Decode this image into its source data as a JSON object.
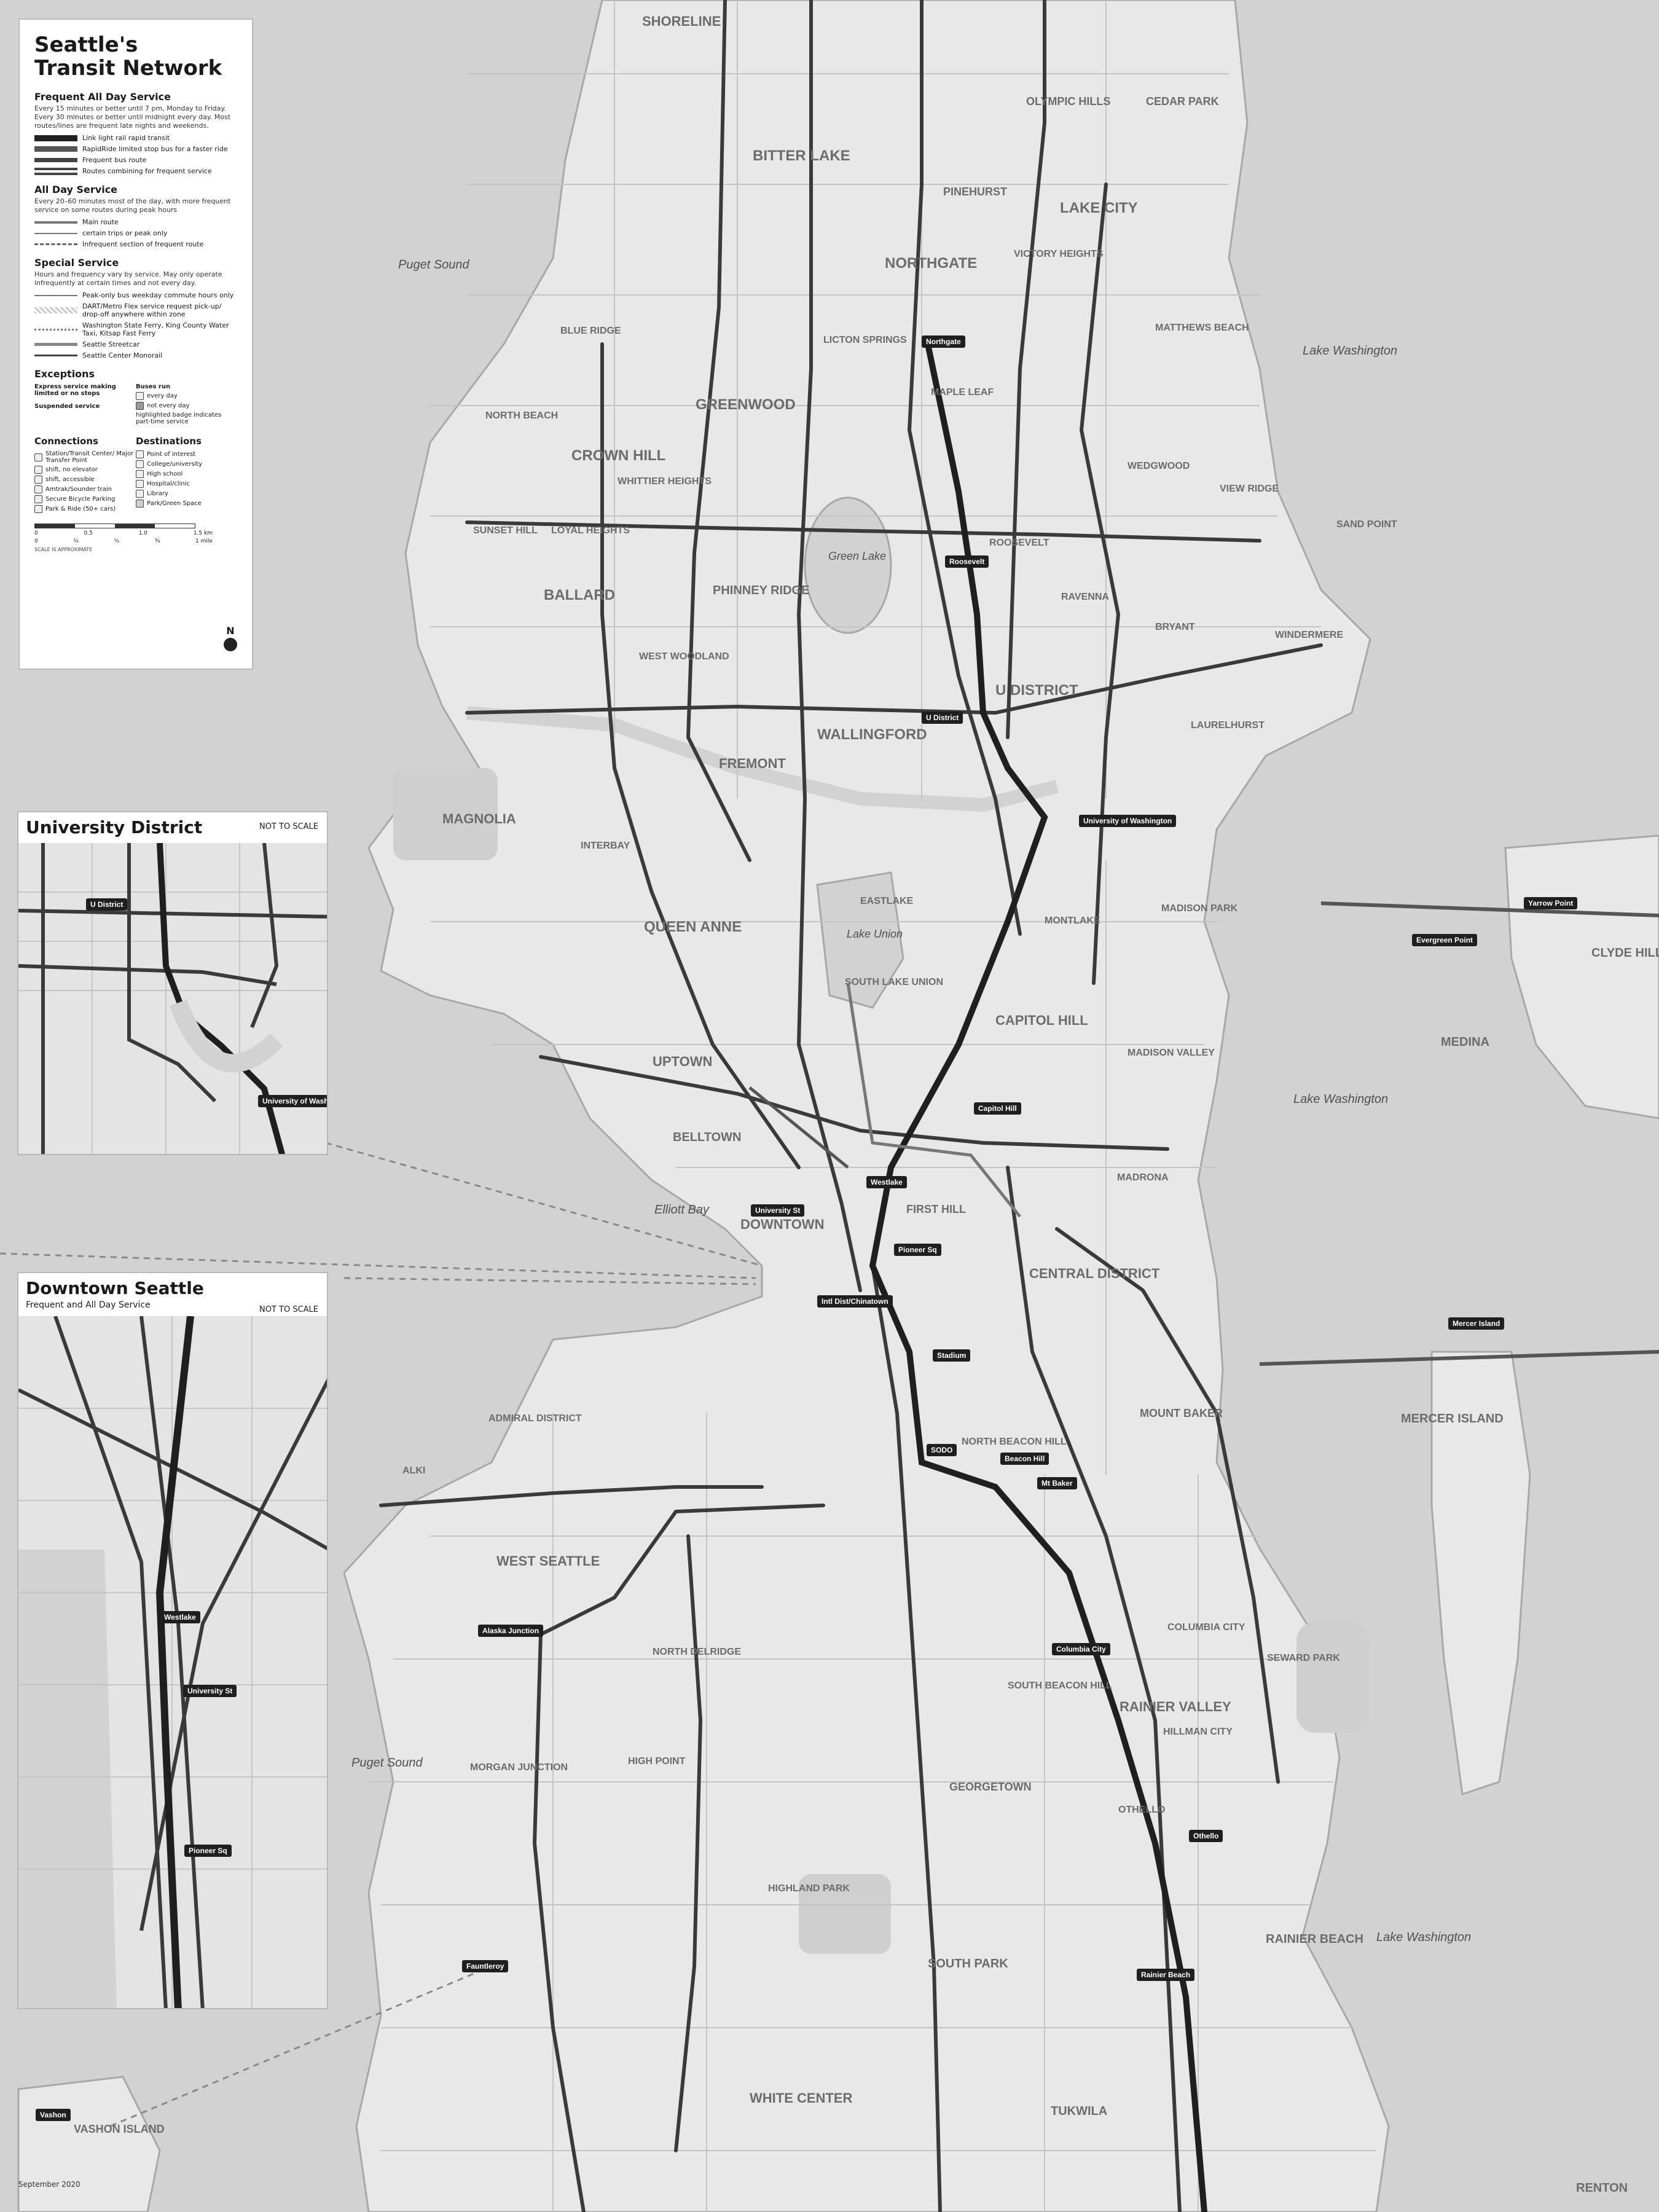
{
  "legend": {
    "title": "Seattle's\nTransit Network",
    "frequent": {
      "title": "Frequent All Day Service",
      "desc": "Every 15 minutes or better until 7 pm, Monday to Friday. Every 30 minutes or better until midnight every day. Most routes/lines are frequent late nights and weekends.",
      "items": [
        "Link light rail rapid transit",
        "RapidRide limited stop bus for a faster ride",
        "Frequent bus route",
        "Routes combining for frequent service"
      ]
    },
    "allday": {
      "title": "All Day Service",
      "desc": "Every 20–60 minutes most of the day, with more frequent service on some routes during peak hours",
      "items": [
        "Main route",
        "certain trips or peak only",
        "Infrequent section of frequent route"
      ]
    },
    "special": {
      "title": "Special Service",
      "desc": "Hours and frequency vary by service. May only operate infrequently at certain times and not every day.",
      "items": [
        "Peak-only bus weekday commute hours only",
        "DART/Metro Flex service request pick-up/ drop-off anywhere within zone",
        "Washington State Ferry, King County Water Taxi, Kitsap Fast Ferry",
        "Seattle Streetcar",
        "Seattle Center Monorail"
      ]
    },
    "exceptions": {
      "title": "Exceptions",
      "express": "Express service making limited or no stops",
      "suspended": "Suspended service",
      "buses_run_title": "Buses run",
      "every_day": "every day",
      "not_every_day": "not every day",
      "highlighted": "highlighted badge indicates part-time service"
    },
    "connections": {
      "title": "Connections",
      "items": [
        "Station/Transit Center/ Major Transfer Point",
        "shift, no elevator",
        "shift, accessible",
        "Amtrak/Sounder train",
        "Secure Bicycle Parking",
        "Park & Ride (50+ cars)"
      ]
    },
    "destinations": {
      "title": "Destinations",
      "items": [
        "Point of interest",
        "College/university",
        "High school",
        "Hospital/clinic",
        "Library",
        "Park/Green Space"
      ]
    },
    "scale_labels": [
      "0",
      "0.5",
      "1.0",
      "1.5 km",
      "0",
      "¼",
      "½",
      "¾",
      "1 mile"
    ],
    "scale_note": "SCALE IS APPROXIMATE",
    "north": "N"
  },
  "ud_inset": {
    "title": "University District",
    "nts": "NOT TO SCALE",
    "stations": [
      "U District",
      "University of Washington"
    ]
  },
  "dt_inset": {
    "title": "Downtown Seattle",
    "subtitle": "Frequent and All Day Service",
    "nts": "NOT TO SCALE",
    "stations": [
      "Westlake",
      "University St",
      "Pioneer Sq"
    ]
  },
  "neighborhoods": [
    "SHORELINE",
    "BITTER LAKE",
    "OLYMPIC HILLS",
    "CEDAR PARK",
    "PINEHURST",
    "LAKE CITY",
    "NORTHGATE",
    "VICTORY HEIGHTS",
    "MATTHEWS BEACH",
    "BLUE RIDGE",
    "NORTH BEACH",
    "GREENWOOD",
    "LICTON SPRINGS",
    "MAPLE LEAF",
    "CROWN HILL",
    "WHITTIER HEIGHTS",
    "WEDGWOOD",
    "VIEW RIDGE",
    "SAND POINT",
    "SUNSET HILL",
    "LOYAL HEIGHTS",
    "ROOSEVELT",
    "BALLARD",
    "PHINNEY RIDGE",
    "RAVENNA",
    "BRYANT",
    "WINDERMERE",
    "WEST WOODLAND",
    "U DISTRICT",
    "LAURELHURST",
    "WALLINGFORD",
    "FREMONT",
    "MAGNOLIA",
    "INTERBAY",
    "QUEEN ANNE",
    "EASTLAKE",
    "MONTLAKE",
    "MADISON PARK",
    "CLYDE HILL",
    "SOUTH LAKE UNION",
    "CAPITOL HILL",
    "MEDINA",
    "UPTOWN",
    "MADISON VALLEY",
    "BELLTOWN",
    "MADRONA",
    "FIRST HILL",
    "DOWNTOWN",
    "CENTRAL DISTRICT",
    "MOUNT BAKER",
    "MERCER ISLAND",
    "ADMIRAL DISTRICT",
    "ALKI",
    "NORTH BEACON HILL",
    "WEST SEATTLE",
    "COLUMBIA CITY",
    "NORTH DELRIDGE",
    "SEWARD PARK",
    "SOUTH BEACON HILL",
    "RAINIER VALLEY",
    "HILLMAN CITY",
    "MORGAN JUNCTION",
    "HIGH POINT",
    "GEORGETOWN",
    "OTHELLO",
    "HIGHLAND PARK",
    "RAINIER BEACH",
    "SOUTH PARK",
    "WHITE CENTER",
    "TUKWILA",
    "VASHON ISLAND",
    "RENTON"
  ],
  "water": [
    "Puget Sound",
    "Lake Washington",
    "Green Lake",
    "Lake Union",
    "Elliott Bay",
    "Puget Sound",
    "Lake Washington",
    "Lake Washington"
  ],
  "stations": [
    "Northgate",
    "Roosevelt",
    "U District",
    "University of Washington",
    "Capitol Hill",
    "Westlake",
    "University St",
    "Pioneer Sq",
    "Intl Dist/Chinatown",
    "Stadium",
    "SODO",
    "Beacon Hill",
    "Mt Baker",
    "Columbia City",
    "Othello",
    "Rainier Beach",
    "Alaska Junction",
    "Evergreen Point",
    "Yarrow Point",
    "Mercer Island",
    "Vashon",
    "Fauntleroy"
  ],
  "footer": "September 2020",
  "colors": {
    "land": "#e8e8e8",
    "water": "#d2d2d2",
    "park": "#cfcfcf",
    "route": "#3a3a3a",
    "lightrail": "#1f1f1f"
  }
}
